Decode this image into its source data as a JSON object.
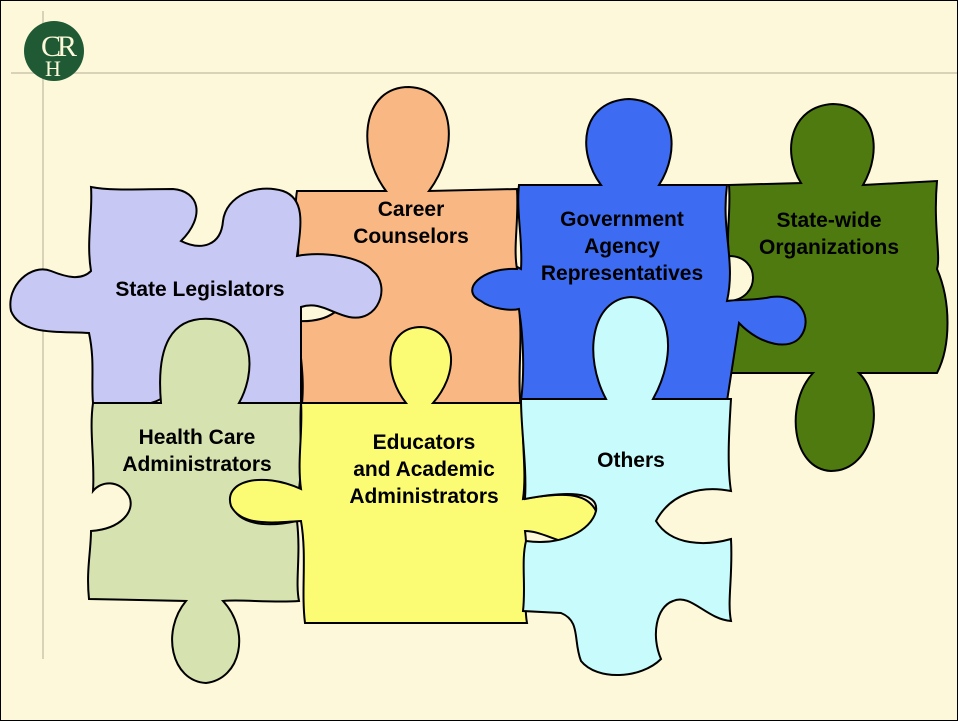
{
  "logo": {
    "letters": [
      "C",
      "R",
      "H"
    ]
  },
  "colors": {
    "background": "#fdf8d9",
    "frame_line": "#d8d3b8",
    "logo": "#1f5a35",
    "outline": "#000000"
  },
  "pieces": [
    {
      "id": "state-legislators",
      "lines": [
        "State Legislators"
      ],
      "color": "#c8c8f4"
    },
    {
      "id": "career-counselors",
      "lines": [
        "Career",
        "Counselors"
      ],
      "color": "#f9b883"
    },
    {
      "id": "government-agency-representatives",
      "lines": [
        "Government",
        "Agency",
        "Representatives"
      ],
      "color": "#3d6cf3"
    },
    {
      "id": "state-wide-organizations",
      "lines": [
        "State-wide",
        "Organizations"
      ],
      "color": "#4e7a0f"
    },
    {
      "id": "health-care-administrators",
      "lines": [
        "Health Care",
        "Administrators"
      ],
      "color": "#d6e2b0"
    },
    {
      "id": "educators-and-academic-administrators",
      "lines": [
        "Educators",
        "and Academic",
        "Administrators"
      ],
      "color": "#fcfc74"
    },
    {
      "id": "others",
      "lines": [
        "Others"
      ],
      "color": "#c8fbfb"
    }
  ]
}
